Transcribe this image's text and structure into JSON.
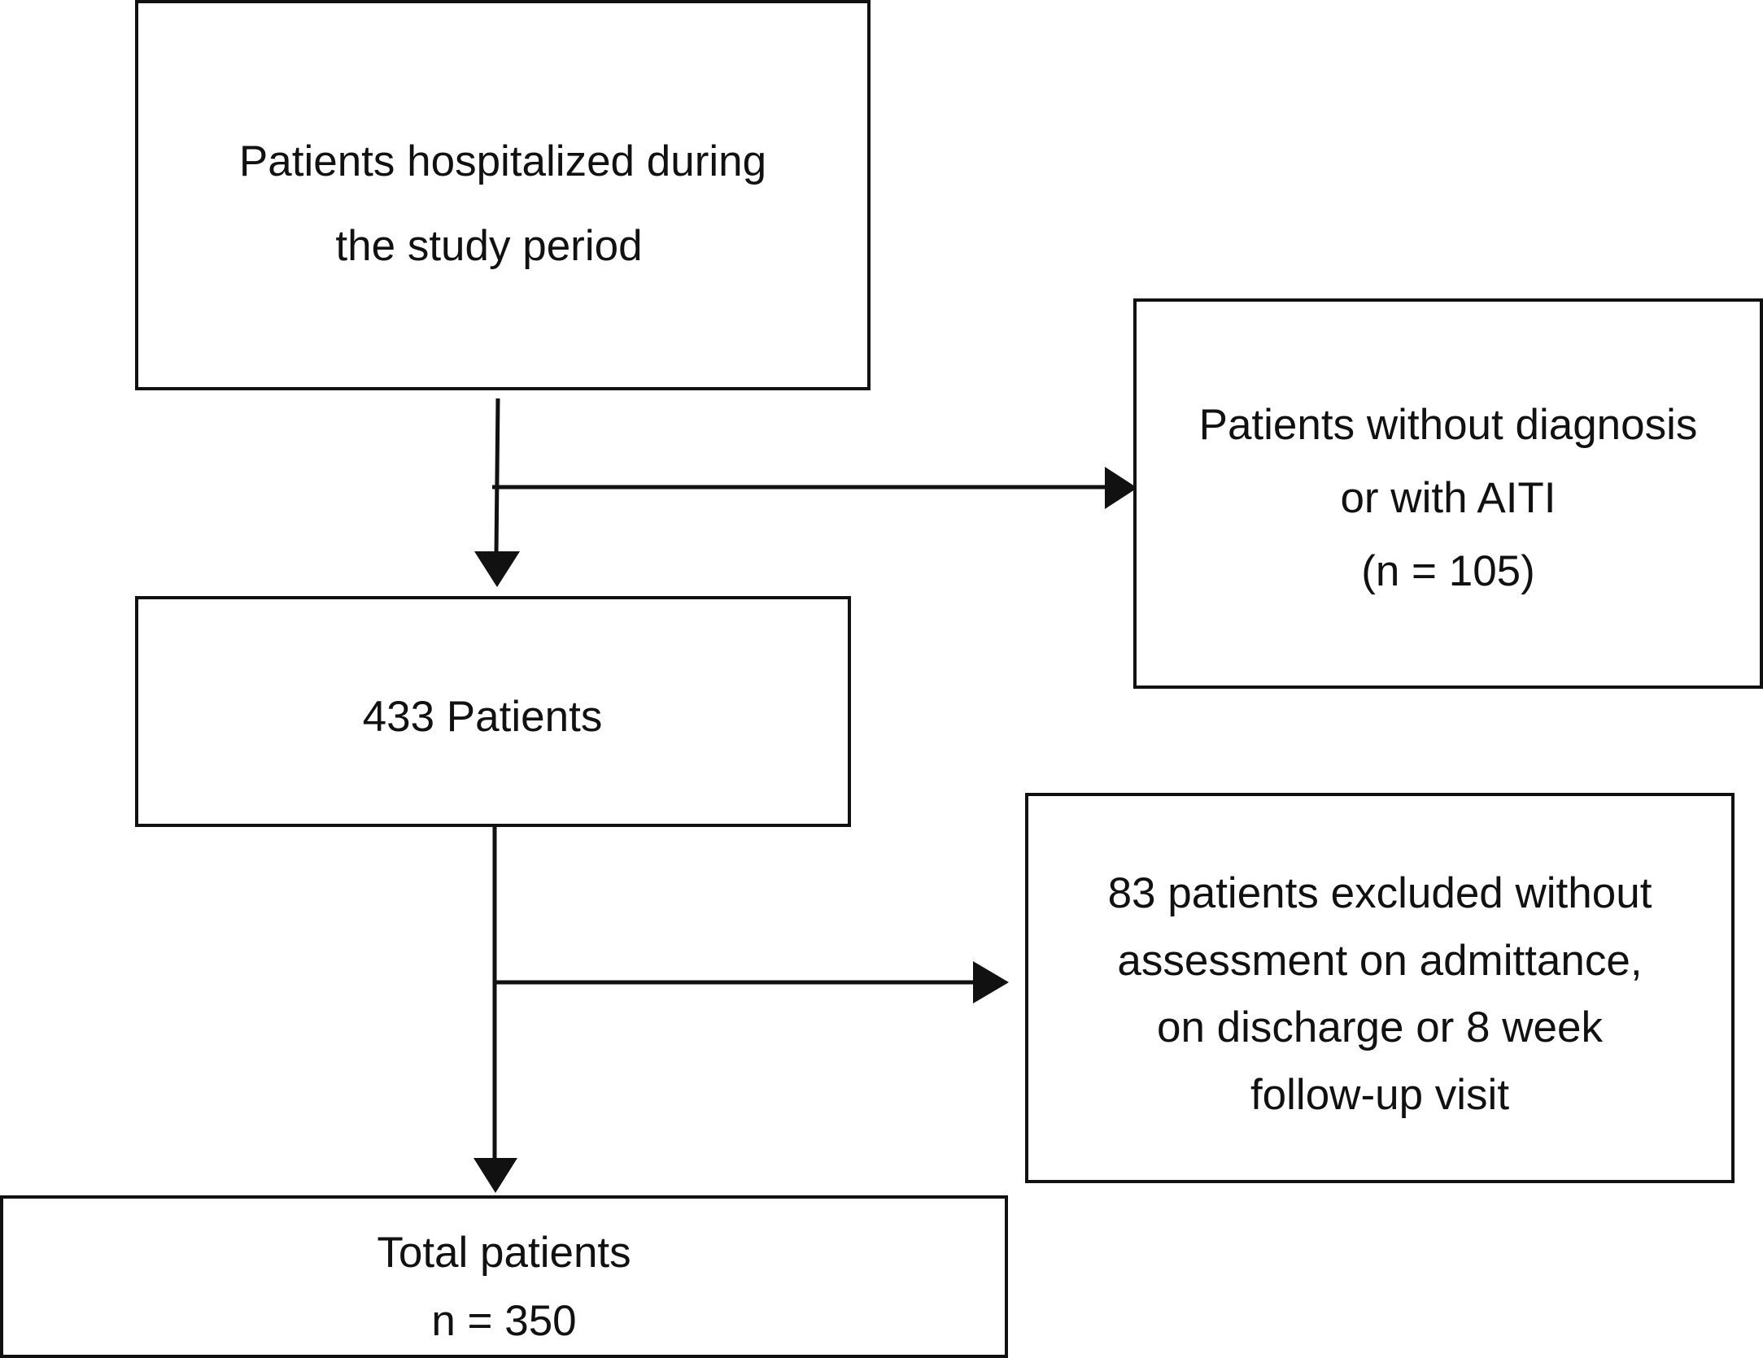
{
  "flowchart": {
    "hospitalized_box": {
      "lines": [
        "Patients hospitalized during",
        "the study period"
      ]
    },
    "excluded_diagnosis_box": {
      "lines": [
        "Patients without diagnosis",
        "or with AITI",
        "(n = 105)"
      ]
    },
    "patients_433_box": {
      "lines": [
        "433 Patients"
      ]
    },
    "excluded_assessment_box": {
      "lines": [
        "83 patients excluded without",
        "assessment on admittance,",
        "on discharge or 8 week",
        "follow-up visit"
      ]
    },
    "total_box": {
      "lines": [
        "Total patients",
        "n = 350"
      ]
    }
  },
  "colors": {
    "line": "#111111",
    "background": "#ffffff"
  }
}
